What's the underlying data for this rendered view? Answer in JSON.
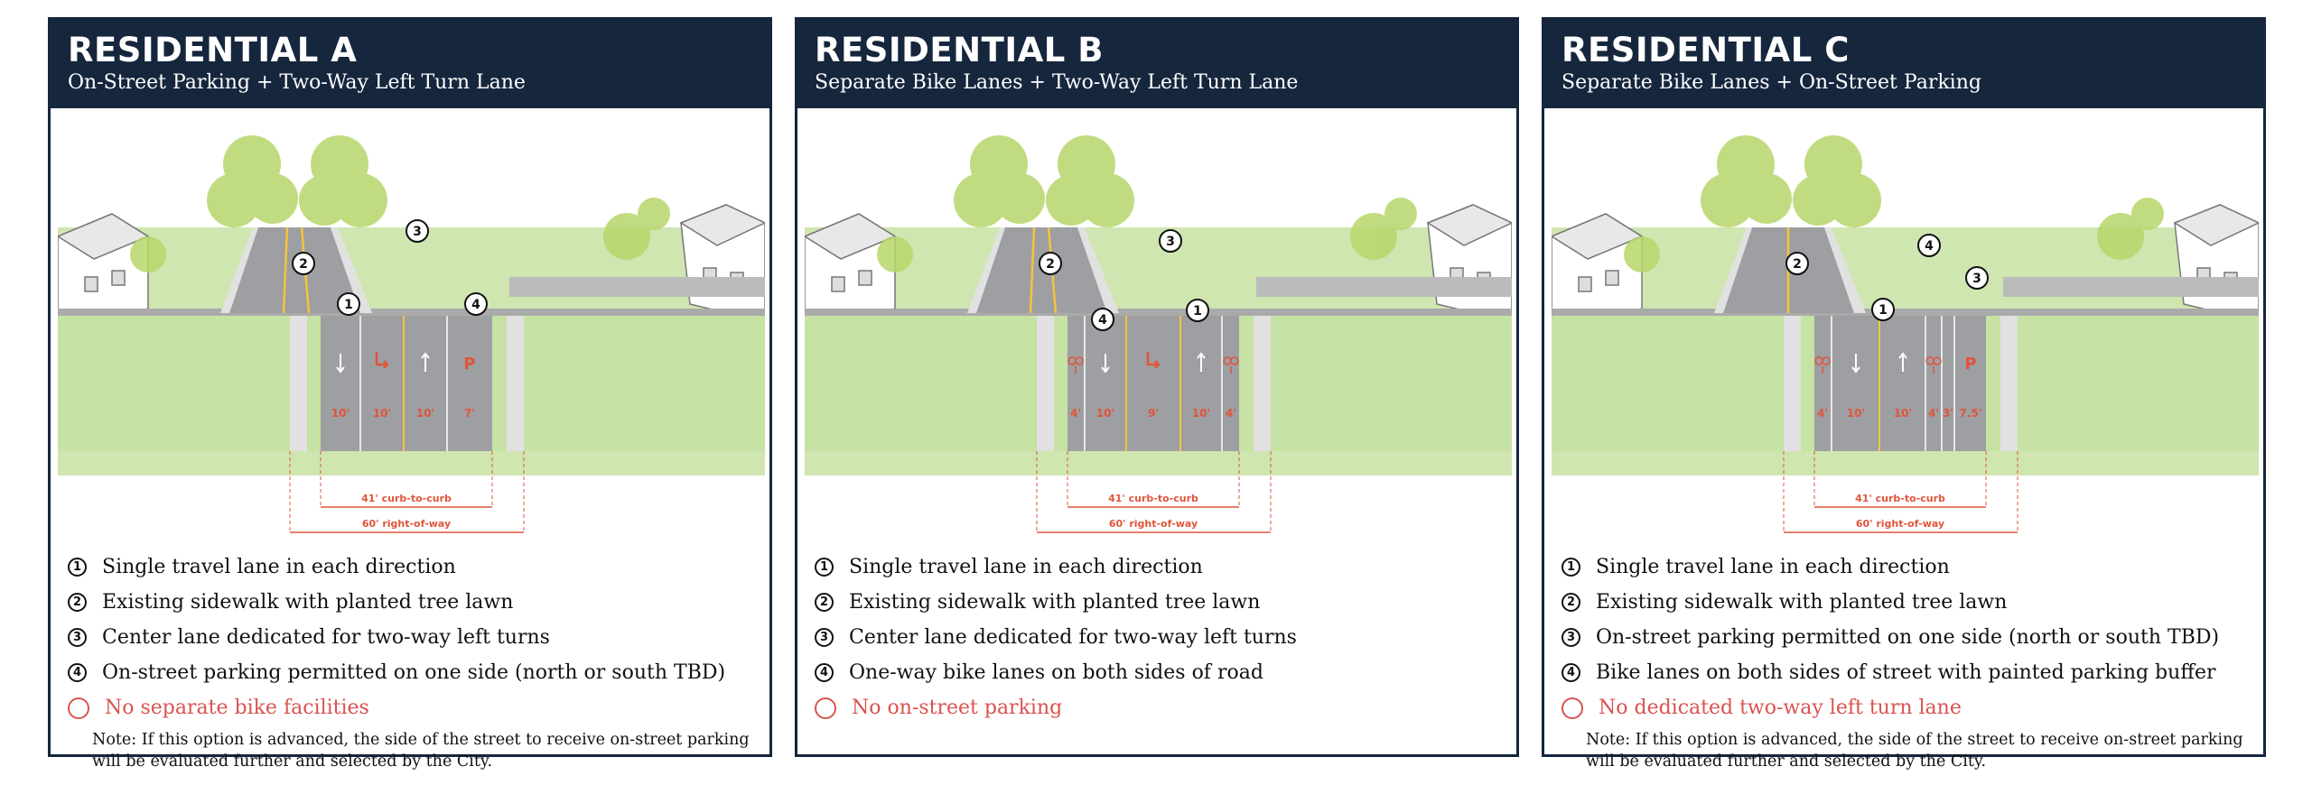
{
  "panels": [
    {
      "title": "RESIDENTIAL A",
      "subtitle": "On-Street Parking + Two-Way Left Turn Lane",
      "lanes": [
        {
          "icon": "arrow-down",
          "width": "10'"
        },
        {
          "icon": "left-turn",
          "width": "10'"
        },
        {
          "icon": "arrow-up",
          "width": "10'"
        },
        {
          "icon": "parking",
          "width": "7'"
        }
      ],
      "curb_to_curb": "41' curb-to-curb",
      "right_of_way": "60' right-of-way",
      "items": [
        {
          "n": "1",
          "text": "Single travel lane in each direction"
        },
        {
          "n": "2",
          "text": "Existing sidewalk with planted tree lawn"
        },
        {
          "n": "3",
          "text": "Center lane dedicated for two-way left turns"
        },
        {
          "n": "4",
          "text": "On-street parking permitted on one side (north or south TBD)"
        }
      ],
      "missing": "No separate bike facilities",
      "note": "Note: If this option is advanced, the side of the street to receive on-street parking will be evaluated further and selected by the City."
    },
    {
      "title": "RESIDENTIAL B",
      "subtitle": "Separate Bike Lanes + Two-Way Left Turn Lane",
      "lanes": [
        {
          "icon": "bike-down",
          "width": "4'"
        },
        {
          "icon": "arrow-down",
          "width": "10'"
        },
        {
          "icon": "left-turn",
          "width": "9'"
        },
        {
          "icon": "arrow-up",
          "width": "10'"
        },
        {
          "icon": "bike-up",
          "width": "4'"
        }
      ],
      "curb_to_curb": "41' curb-to-curb",
      "right_of_way": "60' right-of-way",
      "items": [
        {
          "n": "1",
          "text": "Single travel lane in each direction"
        },
        {
          "n": "2",
          "text": "Existing sidewalk with planted tree lawn"
        },
        {
          "n": "3",
          "text": "Center lane dedicated for two-way left turns"
        },
        {
          "n": "4",
          "text": "One-way bike lanes on both sides of road"
        }
      ],
      "missing": "No on-street parking",
      "note": ""
    },
    {
      "title": "RESIDENTIAL C",
      "subtitle": "Separate Bike Lanes + On-Street Parking",
      "lanes": [
        {
          "icon": "bike-down",
          "width": "4'"
        },
        {
          "icon": "arrow-down",
          "width": "10'"
        },
        {
          "icon": "arrow-up",
          "width": "10'"
        },
        {
          "icon": "bike-up",
          "width": "4'"
        },
        {
          "icon": "buffer",
          "width": "3'"
        },
        {
          "icon": "parking",
          "width": "7.5'"
        }
      ],
      "curb_to_curb": "41' curb-to-curb",
      "right_of_way": "60' right-of-way",
      "items": [
        {
          "n": "1",
          "text": "Single travel lane in each direction"
        },
        {
          "n": "2",
          "text": "Existing sidewalk with planted tree lawn"
        },
        {
          "n": "3",
          "text": "On-street parking permitted on one side (north or south TBD)"
        },
        {
          "n": "4",
          "text": "Bike lanes on both sides of street with painted parking buffer"
        }
      ],
      "missing": "No dedicated two-way left turn lane",
      "note": "Note: If this option is advanced, the side of the street to receive on-street parking will be evaluated further and selected by the City."
    }
  ],
  "colors": {
    "header_bg": "#15263d",
    "accent": "#e0553b",
    "grass": "#c6e2a4",
    "asphalt": "#9d9fa2",
    "tree": "#b7d66a"
  }
}
